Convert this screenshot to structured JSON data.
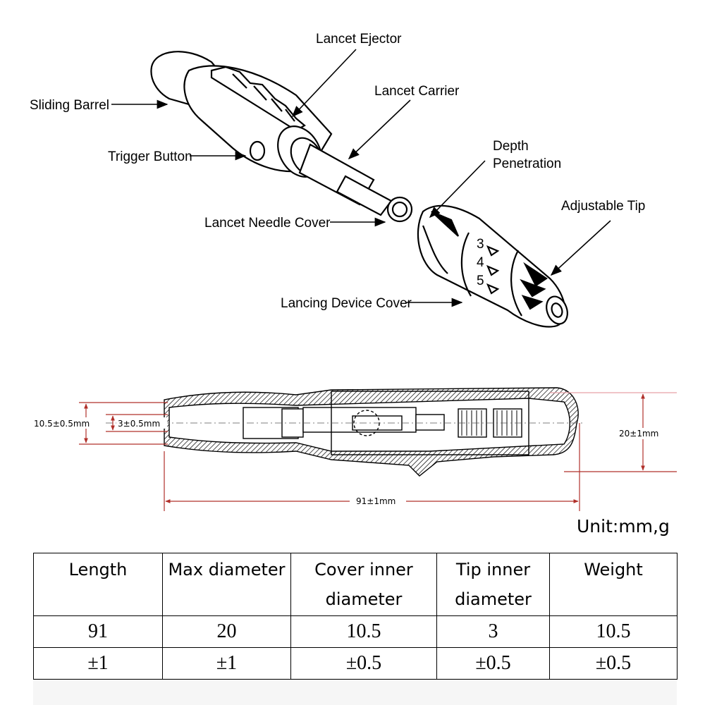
{
  "labels": {
    "lancet_ejector": "Lancet Ejector",
    "lancet_carrier": "Lancet Carrier",
    "sliding_barrel": "Sliding Barrel",
    "trigger_button": "Trigger Button",
    "depth_penetration_line1": "Depth",
    "depth_penetration_line2": "Penetration",
    "adjustable_tip": "Adjustable Tip",
    "lancet_needle_cover": "Lancet Needle Cover",
    "lancing_device_cover": "Lancing Device Cover"
  },
  "depth_marks": [
    "3",
    "4",
    "5"
  ],
  "dimensions": {
    "cover_inner_diameter": "10.5±0.5mm",
    "tip_inner_diameter": "3±0.5mm",
    "max_diameter": "20±1mm",
    "length": "91±1mm"
  },
  "unit_note": "Unit:mm,g",
  "table": {
    "headers": [
      "Length",
      "Max diameter",
      "Cover inner diameter",
      "Tip inner diameter",
      "Weight"
    ],
    "values": [
      "91",
      "20",
      "10.5",
      "3",
      "10.5"
    ],
    "tolerances": [
      "±1",
      "±1",
      "±0.5",
      "±0.5",
      "±0.5"
    ]
  },
  "colors": {
    "dimension_line": "#b0302a",
    "drawing": "#000000",
    "guide_line": "#e8a0a8"
  }
}
